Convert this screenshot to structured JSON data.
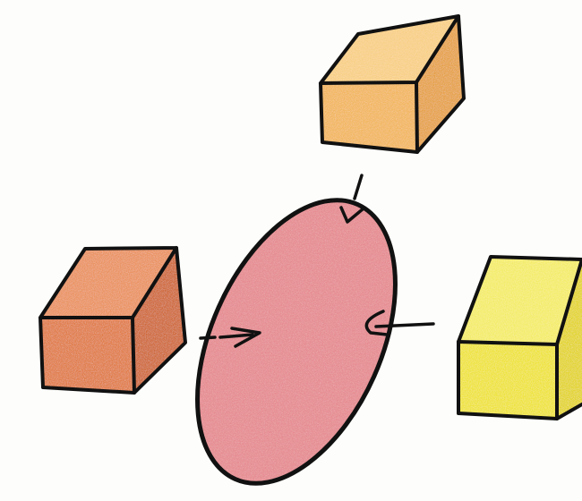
{
  "scene": {
    "background": "#fdfdfb",
    "outline_color": "#111111",
    "disc": {
      "name": "red-disc",
      "fill": "#e58a8f",
      "fill_light": "#f0a9ad"
    },
    "boxes": [
      {
        "name": "box-top-orange",
        "front": "#f2b660",
        "top": "#f8cf86",
        "side": "#e6a24a"
      },
      {
        "name": "box-left-orange-red",
        "front": "#e07d4a",
        "top": "#ea9362",
        "side": "#cf6a3a"
      },
      {
        "name": "box-right-yellow",
        "front": "#efe33c",
        "top": "#f4ec6a",
        "side": "#e3d42a"
      }
    ],
    "arrows": [
      {
        "name": "arrow-from-top"
      },
      {
        "name": "arrow-from-left"
      },
      {
        "name": "arrow-from-right"
      }
    ]
  }
}
